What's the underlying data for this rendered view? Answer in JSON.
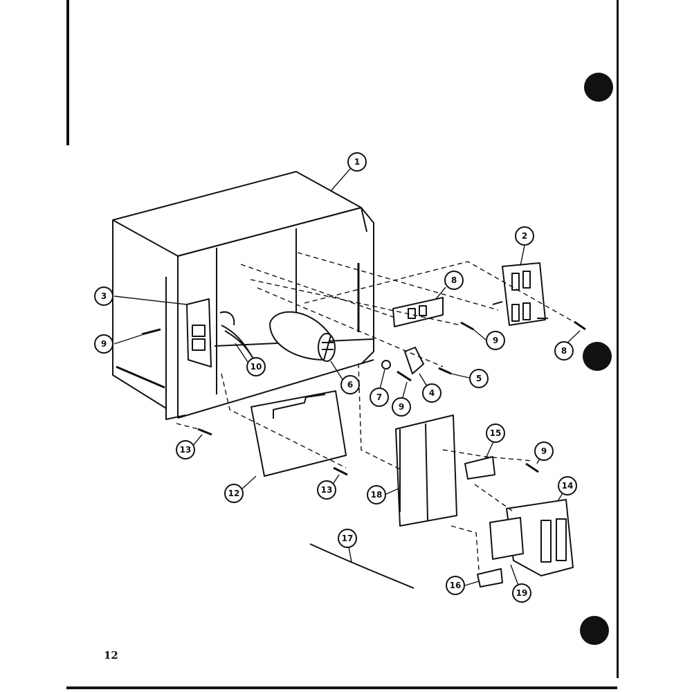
{
  "page_number": "12",
  "callouts": [
    {
      "id": "callout-1",
      "text": "1"
    },
    {
      "id": "callout-2",
      "text": "2"
    },
    {
      "id": "callout-3",
      "text": "3"
    },
    {
      "id": "callout-9a",
      "text": "9"
    },
    {
      "id": "callout-8a",
      "text": "8"
    },
    {
      "id": "callout-9b",
      "text": "9"
    },
    {
      "id": "callout-8b",
      "text": "8"
    },
    {
      "id": "callout-10",
      "text": "10"
    },
    {
      "id": "callout-6",
      "text": "6"
    },
    {
      "id": "callout-5",
      "text": "5"
    },
    {
      "id": "callout-4",
      "text": "4"
    },
    {
      "id": "callout-7",
      "text": "7"
    },
    {
      "id": "callout-9c",
      "text": "9"
    },
    {
      "id": "callout-15a",
      "text": "15"
    },
    {
      "id": "callout-9d",
      "text": "9"
    },
    {
      "id": "callout-14",
      "text": "14"
    },
    {
      "id": "callout-13a",
      "text": "13"
    },
    {
      "id": "callout-12",
      "text": "12"
    },
    {
      "id": "callout-13b",
      "text": "13"
    },
    {
      "id": "callout-18",
      "text": "18"
    },
    {
      "id": "callout-17",
      "text": "17"
    },
    {
      "id": "callout-16",
      "text": "16"
    },
    {
      "id": "callout-19",
      "text": "19"
    }
  ],
  "colors": {
    "ink": "#111111",
    "paper": "#ffffff"
  }
}
